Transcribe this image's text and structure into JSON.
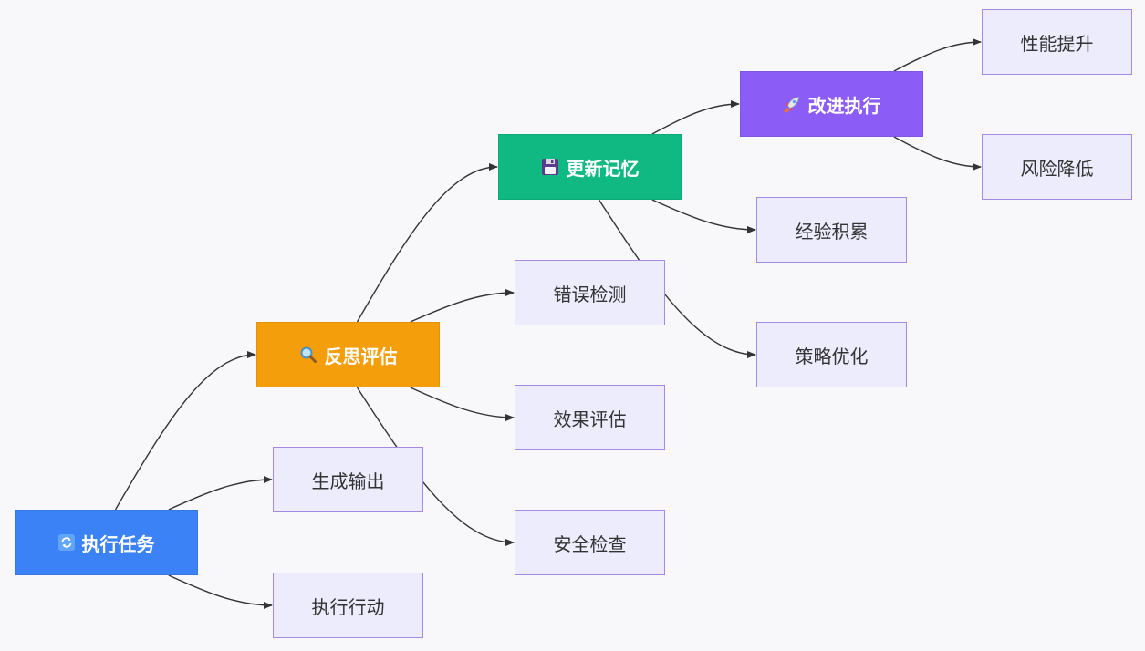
{
  "colors": {
    "background": "#f8f8fb",
    "execute": "#3b82f6",
    "reflect": "#f59e0b",
    "memory": "#10b981",
    "improve": "#8b5cf6",
    "leaf_fill": "#ececfd",
    "leaf_border": "#a58be0",
    "edge": "#333333"
  },
  "nodes": {
    "execute": {
      "label": "执行任务",
      "icon": "refresh-icon"
    },
    "reflect": {
      "label": "反思评估",
      "icon": "magnifier-icon"
    },
    "memory": {
      "label": "更新记忆",
      "icon": "floppy-disk-icon"
    },
    "improve": {
      "label": "改进执行",
      "icon": "rocket-icon"
    },
    "generate_output": {
      "label": "生成输出"
    },
    "execute_action": {
      "label": "执行行动"
    },
    "error_detection": {
      "label": "错误检测"
    },
    "effect_eval": {
      "label": "效果评估"
    },
    "security_check": {
      "label": "安全检查"
    },
    "experience": {
      "label": "经验积累"
    },
    "strategy": {
      "label": "策略优化"
    },
    "performance": {
      "label": "性能提升"
    },
    "risk": {
      "label": "风险降低"
    }
  },
  "edges": [
    [
      "execute",
      "reflect"
    ],
    [
      "execute",
      "generate_output"
    ],
    [
      "execute",
      "execute_action"
    ],
    [
      "reflect",
      "memory"
    ],
    [
      "reflect",
      "error_detection"
    ],
    [
      "reflect",
      "effect_eval"
    ],
    [
      "reflect",
      "security_check"
    ],
    [
      "memory",
      "improve"
    ],
    [
      "memory",
      "experience"
    ],
    [
      "memory",
      "strategy"
    ],
    [
      "improve",
      "performance"
    ],
    [
      "improve",
      "risk"
    ]
  ]
}
